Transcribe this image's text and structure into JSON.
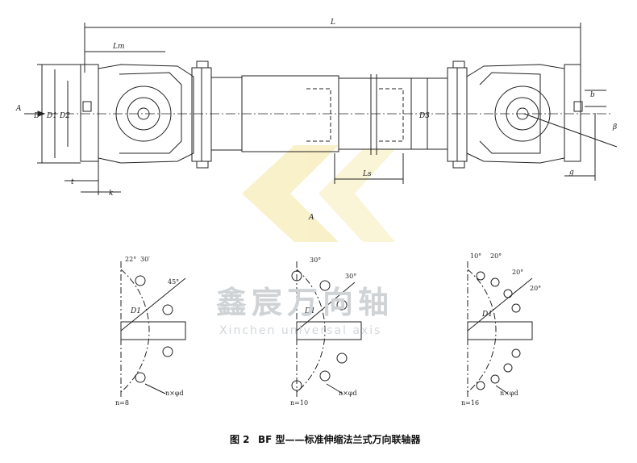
{
  "drawing": {
    "dims": {
      "L": "L",
      "Lm": "Lm",
      "Ls": "Ls",
      "D": "D",
      "D1": "D1",
      "D2": "D2",
      "D3": "D3",
      "t": "t",
      "k": "k",
      "b": "b",
      "g": "g",
      "beta": "β",
      "view_arrow": "A",
      "view_label": "A"
    },
    "flanges": [
      {
        "n": "n=8",
        "angles": [
          "22°",
          "30′",
          "45°"
        ],
        "d1": "D1",
        "holes": "n×φd"
      },
      {
        "n": "n=10",
        "angles": [
          "30°",
          "30°"
        ],
        "d1": "D1",
        "holes": "n×φd"
      },
      {
        "n": "n=16",
        "angles": [
          "10°",
          "20°",
          "20°",
          "20°"
        ],
        "d1": "D1",
        "holes": "n×φd"
      }
    ]
  },
  "watermark": {
    "cn": "鑫宸万向轴",
    "en": "Xinchen universal axis"
  },
  "caption": {
    "fig": "图 2",
    "text": "BF 型——标准伸缩法兰式万向联轴器"
  }
}
